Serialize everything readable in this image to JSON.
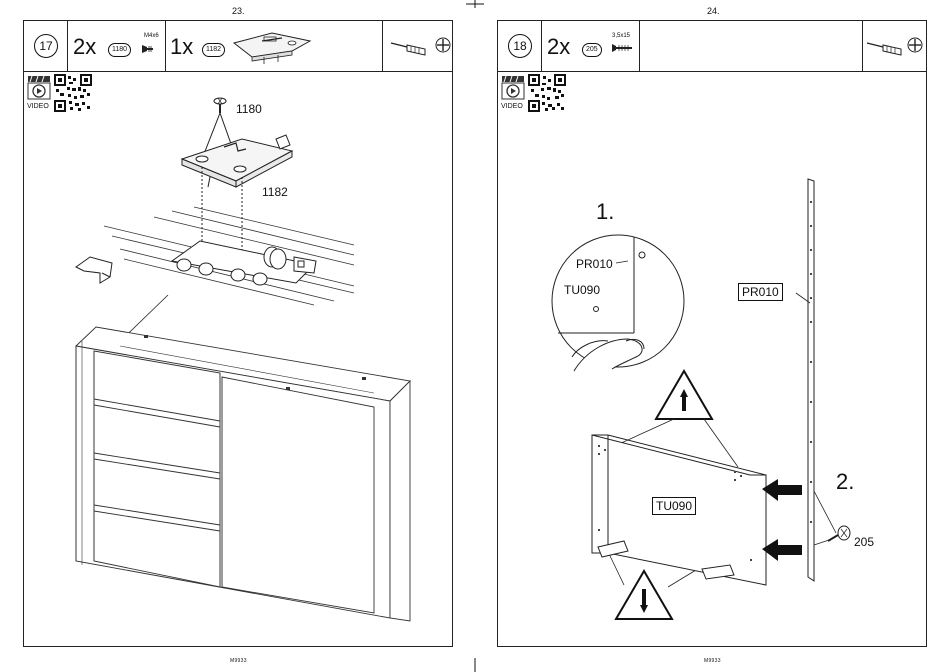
{
  "left_page": {
    "page_number": "23.",
    "step": "17",
    "parts": [
      {
        "qty": "2x",
        "code": "1180",
        "spec": "M4x6"
      },
      {
        "qty": "1x",
        "code": "1182"
      }
    ],
    "video_label": "VIDEO",
    "callouts": {
      "screw": "1180",
      "plate": "1182"
    },
    "footer": "M9933"
  },
  "right_page": {
    "page_number": "24.",
    "step": "18",
    "parts": [
      {
        "qty": "2x",
        "code": "205",
        "spec": "3,5x15"
      }
    ],
    "video_label": "VIDEO",
    "sub_steps": [
      "1.",
      "2."
    ],
    "labels": {
      "pr_detail": "PR010",
      "tu_detail": "TU090",
      "pr_panel": "PR010",
      "tu_panel": "TU090",
      "screw": "205"
    },
    "footer": "M9933"
  }
}
